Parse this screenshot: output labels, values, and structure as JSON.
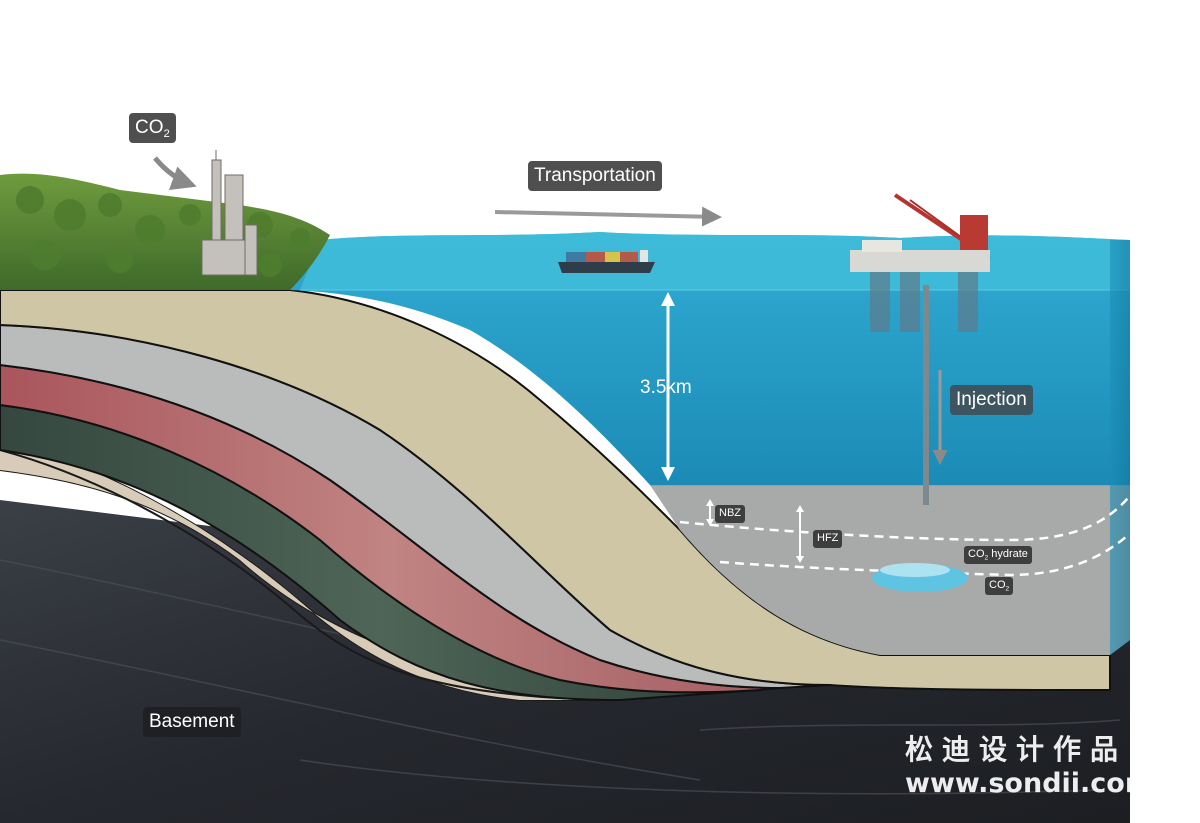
{
  "labels": {
    "co2_source": {
      "main": "CO",
      "sub": "2"
    },
    "transportation": "Transportation",
    "depth": "3.5km",
    "injection": "Injection",
    "nbz": "NBZ",
    "hfz": "HFZ",
    "co2_hydrate": {
      "main": "CO",
      "sub": "2",
      "rest": " hydrate"
    },
    "co2_pool": {
      "main": "CO",
      "sub": "2"
    },
    "basement": "Basement"
  },
  "watermark": {
    "line1": "松迪设计作品",
    "line2": "www.sondii.com"
  },
  "colors": {
    "label_bg": "#4f4f4f",
    "sea_surface": "#3bb3d3",
    "sea_deep": "#1f93be",
    "beige_layer": "#cfc6a6",
    "grey_layer": "#b8bbb9",
    "red_layer": "#b26a6b",
    "green_layer": "#44574d",
    "tan_layer": "#d9cdb9",
    "basement": "#2a2d33",
    "vegetation": "#5e8e3a"
  }
}
